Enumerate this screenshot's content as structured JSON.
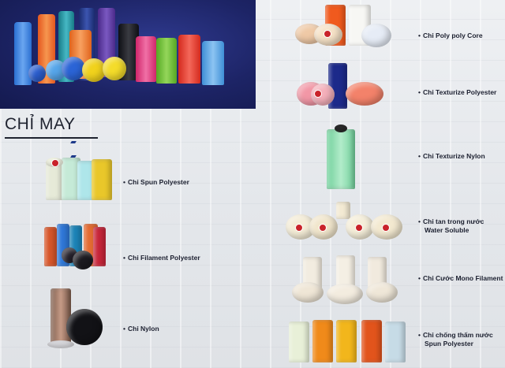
{
  "section_title": "CHỈ MAY",
  "left_products": [
    {
      "label": "Chỉ Spun Polyester"
    },
    {
      "label": "Chỉ Filament Polyester"
    },
    {
      "label": "Chỉ Nylon"
    }
  ],
  "right_products": [
    {
      "label": "Chỉ Poly poly Core"
    },
    {
      "label": "Chỉ Texturize Polyester"
    },
    {
      "label": "Chỉ Texturize Nylon"
    },
    {
      "label_line1": "Chỉ tan trong nước",
      "label_line2": "Water Soluble"
    },
    {
      "label": "Chỉ Cước Mono Filament"
    },
    {
      "label_line1": "Chỉ chống thấm nước",
      "label_line2": "Spun Polyester"
    }
  ],
  "bullet_symbol": "•",
  "colors": {
    "hero_bg": "#1d2466",
    "title_accent": "#1e3a8a",
    "label_text": "#1c2030"
  }
}
